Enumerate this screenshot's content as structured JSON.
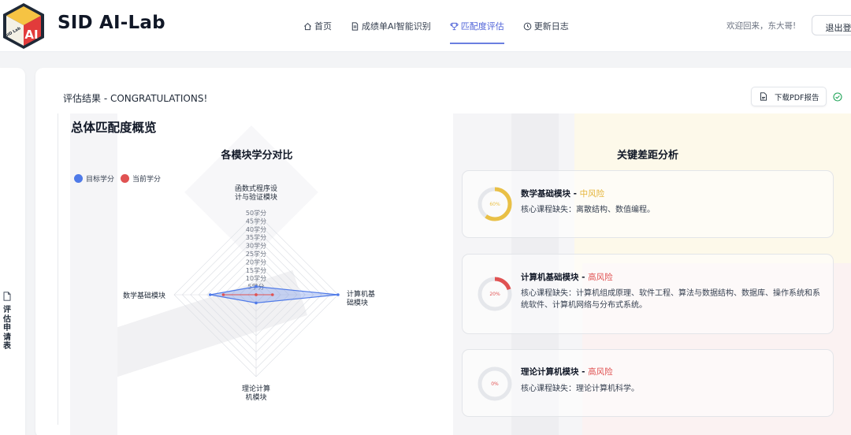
{
  "header": {
    "logo_text": "AI",
    "logo_small": "SID Lab",
    "brand": "SID AI-Lab",
    "nav": [
      {
        "label": "首页",
        "icon": "home-icon",
        "active": false
      },
      {
        "label": "成绩单AI智能识别",
        "icon": "document-icon",
        "active": false
      },
      {
        "label": "匹配度评估",
        "icon": "trophy-icon",
        "active": true
      },
      {
        "label": "更新日志",
        "icon": "clock-icon",
        "active": false
      }
    ],
    "welcome": "欢迎回来，东大哥!",
    "logout_label": "退出登录"
  },
  "sidebar": {
    "label": "评估申请表",
    "icon": "document-icon"
  },
  "main": {
    "result_title": "评估结果 - CONGRATULATIONS!",
    "pdf_button": "下载PDF报告",
    "pdf_icon": "pdf-icon",
    "status_icon": "check-circle-icon",
    "overview_heading": "总体匹配度概览"
  },
  "chart_data": {
    "type": "radar",
    "title": "各模块学分对比",
    "axes": [
      "函数式程序设计与验证模块",
      "计算机基础模块",
      "理论计算机模块",
      "数学基础模块"
    ],
    "axis_labels": [
      "函数式程序设\n计与验证模块",
      "计算机基\n础模块",
      "理论计算\n机模块",
      "数学基础模块"
    ],
    "rlim": [
      0,
      50
    ],
    "ticks": [
      5,
      10,
      15,
      20,
      25,
      30,
      35,
      40,
      45,
      50
    ],
    "tick_suffix": "学分",
    "series": [
      {
        "name": "目标学分",
        "color": "#4f7ae8",
        "values": [
          5,
          50,
          5,
          28
        ]
      },
      {
        "name": "当前学分",
        "color": "#e05252",
        "values": [
          0,
          10,
          0,
          20
        ]
      }
    ],
    "legend_position": "top-left",
    "grid": true
  },
  "gap_analysis": {
    "title": "关键差距分析",
    "items": [
      {
        "module": "数学基础模块",
        "risk": "中风险",
        "risk_level": "mid",
        "percent": 60,
        "percent_label": "60%",
        "color": "#e9c046",
        "detail": "核心课程缺失：离散结构、数值编程。"
      },
      {
        "module": "计算机基础模块",
        "risk": "高风险",
        "risk_level": "high",
        "percent": 20,
        "percent_label": "20%",
        "color": "#e05252",
        "detail": "核心课程缺失：计算机组成原理、软件工程、算法与数据结构、数据库、操作系统和系统软件、计算机网络与分布式系统。"
      },
      {
        "module": "理论计算机模块",
        "risk": "高风险",
        "risk_level": "high",
        "percent": 0,
        "percent_label": "0%",
        "color": "#e05252",
        "detail": "核心课程缺失：理论计算机科学。"
      }
    ]
  }
}
